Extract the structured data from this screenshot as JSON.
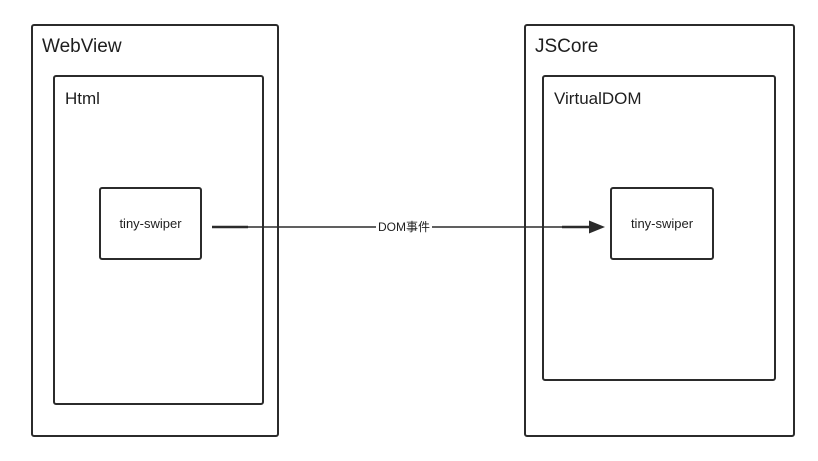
{
  "left_container": {
    "title": "WebView",
    "inner": {
      "title": "Html",
      "node": "tiny-swiper"
    }
  },
  "right_container": {
    "title": "JSCore",
    "inner": {
      "title": "VirtualDOM",
      "node": "tiny-swiper"
    }
  },
  "edge": {
    "label": "DOM事件"
  },
  "colors": {
    "stroke": "#2b2b2b",
    "background": "#ffffff"
  }
}
